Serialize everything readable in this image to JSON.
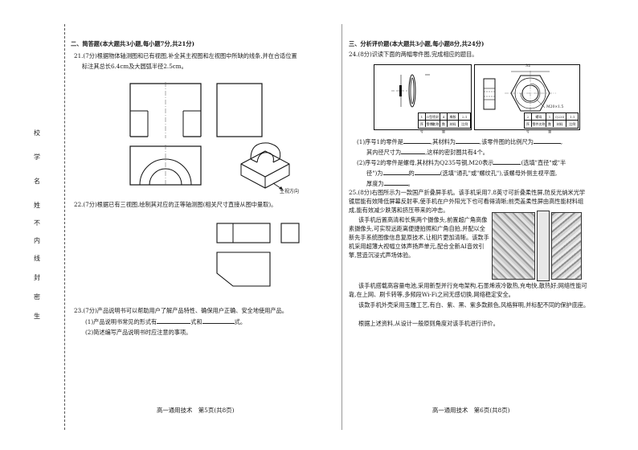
{
  "side_margin": {
    "chars": [
      "校",
      "学",
      "名",
      "姓",
      "不",
      "内",
      "线",
      "封",
      "密",
      "生"
    ]
  },
  "left": {
    "section2_title": "二、简答题(本大题共3小题,每小题7分,共21分)",
    "q21": {
      "line1": "21.(7分)根据物体轴测图和已有视图,补全其主视图和左视图中所缺的线条,并在合适位置",
      "line2": "标注其总长6.4cm及大圆弧半径2.5cm。",
      "direction_label": "主视方向"
    },
    "q22": {
      "line1": "22.(7分)根据已有三视图,绘制其对应的正等轴测图(相关尺寸直接从图中量取)。"
    },
    "q23": {
      "line1": "23.(7分)产品说明书可以帮助用户了解产品特性、确保用户正确、安全地使用产品。",
      "line2_a": "(1)产品说明书常见的形式有",
      "line2_b": "式和",
      "line2_c": "式。",
      "line3": "(2)简述编写产品说明书时应注意的事项。"
    },
    "footer": "高一通用技术　第5页(共8页)"
  },
  "right": {
    "section3_title": "三、分析评价题(本大题共3小题,每小题8分,共24分)",
    "q24": {
      "line1": "24.(8分)识读下面的两幅零件图,完成相应的题目。",
      "drawing1_table": {
        "row1": [
          "1",
          "O型密封圈",
          "4",
          "橡胶",
          "2:1"
        ],
        "row2": [
          "序号",
          "零件名称",
          "数量",
          "材料",
          "比例"
        ]
      },
      "drawing2_table": {
        "row1": [
          "2",
          "螺母",
          "1",
          "Q235",
          "1:1"
        ],
        "row2": [
          "序号",
          "零件名称",
          "数量",
          "材料",
          "比例"
        ]
      },
      "drawing2_dim_top": "32",
      "drawing2_dim_thread": "M20×1.5",
      "q1_a": "(1)序号1的零件是",
      "q1_b": ",其材料为",
      "q1_c": ",该零件图的比例尺为",
      "q1_d": ",",
      "q1_e": "其内径尺寸为",
      "q1_f": ",这样的密封圈共有4个。",
      "q2_a": "(2)序号2的零件是螺母,其材料为Q235号钢,M20表示",
      "q2_b": "(选填\"直径\"或\"半",
      "q2_c": "径\")为",
      "q2_d": "的",
      "q2_e": "(选填\"通孔\"或\"螺纹孔\"),该螺母外侧主视平面,",
      "q2_f": "厚度为",
      "q2_g": "。"
    },
    "q25": {
      "p1": "25.(8分)右图所示为一款国产折叠屏手机。该手机采用7.8英寸可折叠柔性屏,防反光纳米光学镀层能有效降低屏幕反射率,使手机在户外阳光下也可看得清晰;前壳盖柔性屏由高性能材料组成,能有效减少跌落和挤压带来的冲击。",
      "p2": "该手机后置高清和长焦两个摄像头,前置超广角高像素摄像头,可实现远距离便捷拍照和广角自拍,并配以全新先手系统图像信息复原技术,让相片更加清晰。该款手机采用超薄大视幅立体声扬声单元,配合全新AI音效引擎,营造沉浸式声场体验。",
      "p3": "该手机搭载高容量电池,采用新型并行充电架构,石墨烯液冷散热,充电快,散热好;网络性能可靠,在上网、刷卡转等,多频段Wi-Fi之间无感切换,网络稳定安全。",
      "p4": "该款手机外壳采用玉雕工艺,有白、紫、黑、紫多款颜色,风格鲜明,并标配不同的保护底座。",
      "p5": "根据上述资料,从设计一般原则角度对该手机进行评价。"
    },
    "footer": "高一通用技术　第6页(共8页)"
  }
}
